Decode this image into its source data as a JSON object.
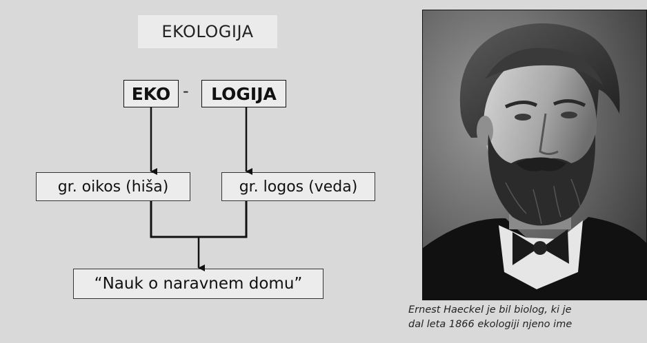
{
  "diagram": {
    "title": "EKOLOGIJA",
    "part_left": "EKO",
    "separator": "-",
    "part_right": "LOGIJA",
    "origin_left": "gr. oikos (hiša)",
    "origin_right": "gr. logos (veda)",
    "meaning": "“Nauk o naravnem domu”"
  },
  "portrait": {
    "caption_line1": "Ernest Haeckel je bil biolog, ki je",
    "caption_line2": "dal leta 1866 ekologiji njeno ime"
  }
}
